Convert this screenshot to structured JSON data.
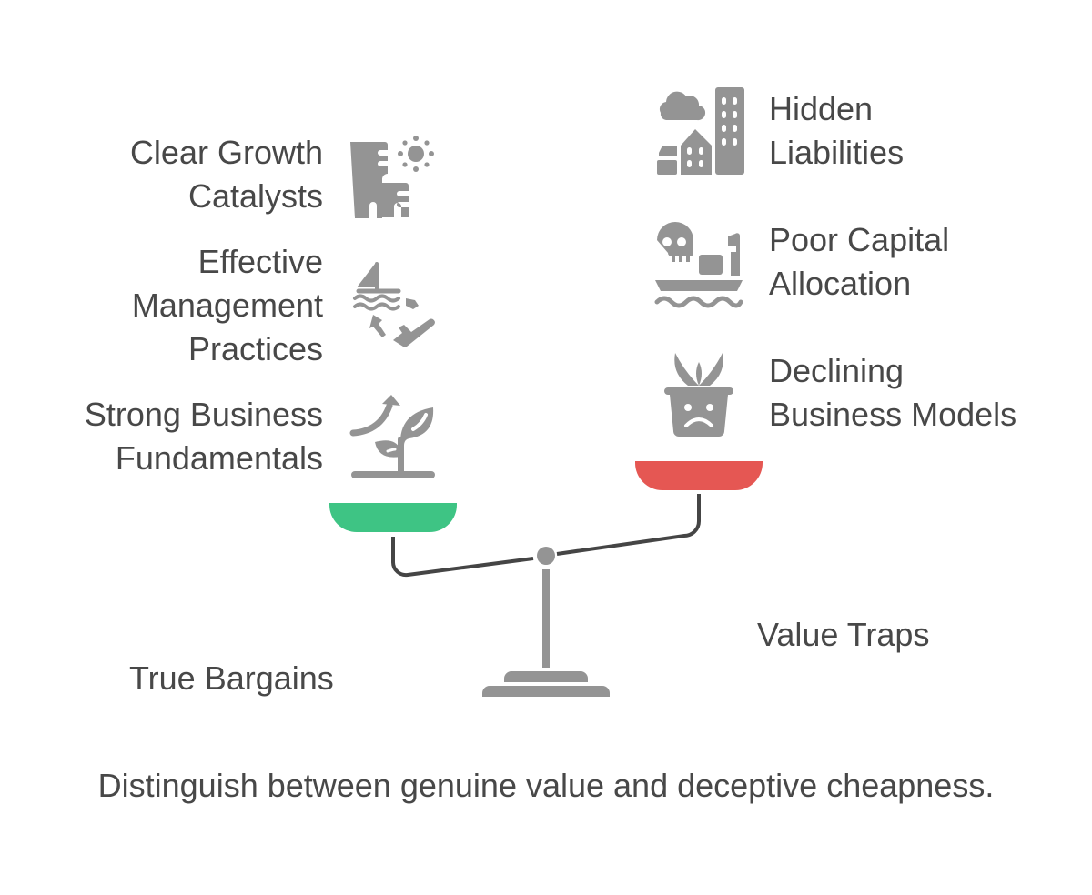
{
  "diagram": {
    "left_side": {
      "title": "True Bargains",
      "pan_color": "#3EC484",
      "items": [
        {
          "lines": [
            "Clear Growth",
            "Catalysts"
          ],
          "icon": "city-sun-icon"
        },
        {
          "lines": [
            "Effective",
            "Management",
            "Practices"
          ],
          "icon": "sailboat-plane-icon"
        },
        {
          "lines": [
            "Strong Business",
            "Fundamentals"
          ],
          "icon": "growth-sprout-icon"
        }
      ]
    },
    "right_side": {
      "title": "Value Traps",
      "pan_color": "#E55753",
      "items": [
        {
          "lines": [
            "Hidden",
            "Liabilities"
          ],
          "icon": "cloud-buildings-icon"
        },
        {
          "lines": [
            "Poor Capital",
            "Allocation"
          ],
          "icon": "pirate-ship-icon"
        },
        {
          "lines": [
            "Declining",
            "Business Models"
          ],
          "icon": "sad-plant-pot-icon"
        }
      ]
    },
    "caption": "Distinguish between genuine value and deceptive cheapness.",
    "colors": {
      "icon_gray": "#949494",
      "beam_dark": "#454545",
      "text": "#484848"
    }
  }
}
